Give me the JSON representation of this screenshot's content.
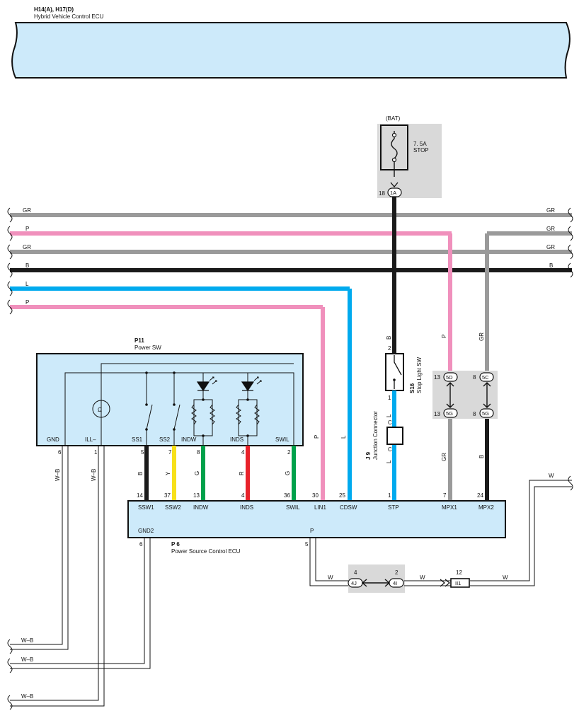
{
  "header": {
    "code": "H14(A), H17(D)",
    "name": "Hybrid Vehicle Control ECU"
  },
  "colors": {
    "GR": "#9a9a9a",
    "P": "#f090bc",
    "B": "#1a1a1a",
    "L": "#00aaee",
    "Y": "#f7e01a",
    "G": "#00a14b",
    "R": "#e8222a",
    "W": "#ffffff",
    "ecu_fill": "#cdeafa",
    "splice_fill": "#d9d9d9"
  },
  "bus_wires": [
    {
      "label": "GR",
      "right_label": "GR"
    },
    {
      "label": "P",
      "right_label": "GR"
    },
    {
      "label": "GR",
      "right_label": "GR"
    },
    {
      "label": "B",
      "right_label": "B"
    },
    {
      "label": "L",
      "right_label": ""
    },
    {
      "label": "P",
      "right_label": ""
    }
  ],
  "fuse": {
    "source": "(BAT)",
    "rating": "7. 5A",
    "name": "STOP",
    "pin": "18",
    "connector": "1A"
  },
  "power_sw": {
    "code": "P11",
    "name": "Power SW",
    "terminals": [
      "GND",
      "ILL–",
      "SS1",
      "SS2",
      "INDW",
      "INDS",
      "SWIL"
    ],
    "pins": [
      "6",
      "1",
      "5",
      "7",
      "8",
      "4",
      "2"
    ],
    "wire_colors": [
      "W–B",
      "W–B",
      "B",
      "Y",
      "G",
      "R",
      "G"
    ]
  },
  "stop_sw": {
    "code": "S16",
    "name": "Stop Light SW",
    "pin_top": "2",
    "pin_bottom": "1",
    "wire_top": "B",
    "wire_bottom": "L"
  },
  "junction": {
    "code": "J 9",
    "name": "Junction Connector",
    "pin_label": "C",
    "wire": "L"
  },
  "splice_box": {
    "rows": [
      {
        "left_pin": "13",
        "left_conn": "5D",
        "right_pin": "8",
        "right_conn": "5C"
      },
      {
        "left_pin": "13",
        "left_conn": "5G",
        "right_pin": "8",
        "right_conn": "5G"
      }
    ],
    "wire_above_left": "P",
    "wire_above_right": "GR",
    "wire_below_left": "GR",
    "wire_below_right": "B"
  },
  "p6": {
    "code": "P 6",
    "name": "Power Source Control ECU",
    "pins": [
      "14",
      "37",
      "13",
      "4",
      "36",
      "30",
      "25",
      "1",
      "7",
      "24"
    ],
    "terminals": [
      "SSW1",
      "SSW2",
      "INDW",
      "INDS",
      "SWIL",
      "LIN1",
      "CDSW",
      "STP",
      "MPX1",
      "MPX2"
    ],
    "gnd_terminal": "GND2",
    "gnd_pin": "6",
    "p_terminal": "P",
    "p_pin": "5",
    "lin1_wire": "P",
    "cdsw_wire": "L"
  },
  "bottom_path": {
    "wire": "W",
    "conn1_pin": "4",
    "conn1": "4J",
    "conn2_pin": "2",
    "conn2": "4I",
    "conn3_pin": "12",
    "conn3": "II1"
  },
  "ground_wires": [
    "W–B",
    "W–B",
    "W–B"
  ]
}
